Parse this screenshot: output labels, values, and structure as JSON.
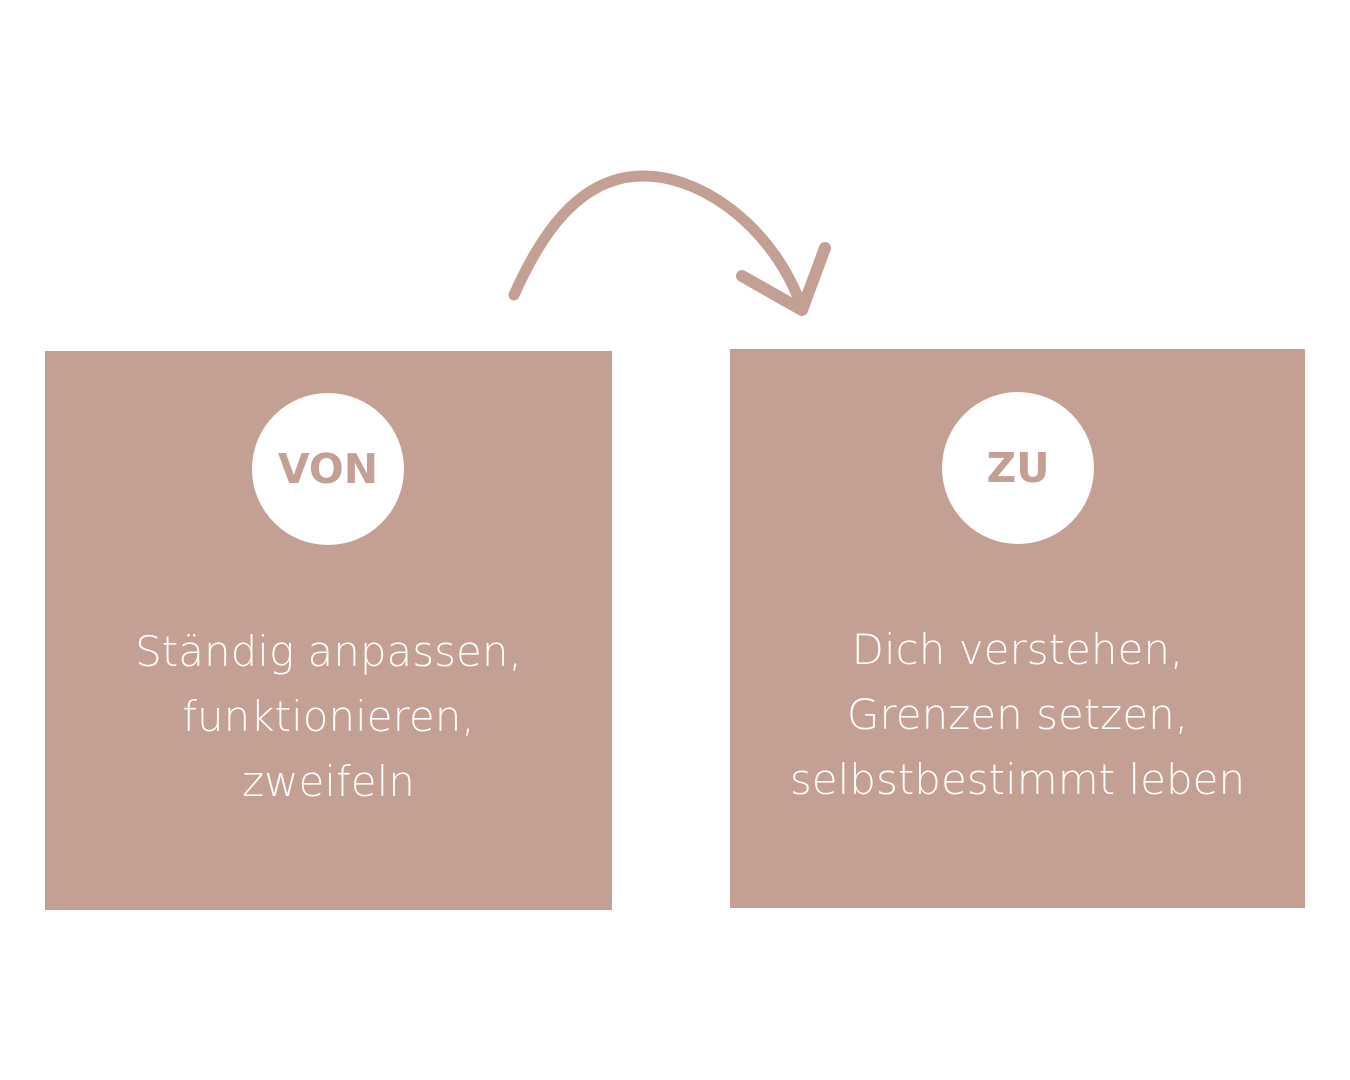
{
  "colors": {
    "background": "#ffffff",
    "box_fill": "#c49f93",
    "badge_fill": "#ffffff",
    "text_on_box": "#ffffff",
    "badge_text": "#c49f93",
    "arrow": "#c49f93"
  },
  "from": {
    "badge": "VON",
    "lines": [
      "Ständig anpassen,",
      "funktionieren,",
      "zweifeln"
    ]
  },
  "to": {
    "badge": "ZU",
    "lines": [
      "Dich verstehen,",
      "Grenzen setzen,",
      "selbstbestimmt leben"
    ]
  },
  "arrow": {
    "icon": "curved-arrow-right-icon",
    "direction": "from-left-to-right"
  }
}
